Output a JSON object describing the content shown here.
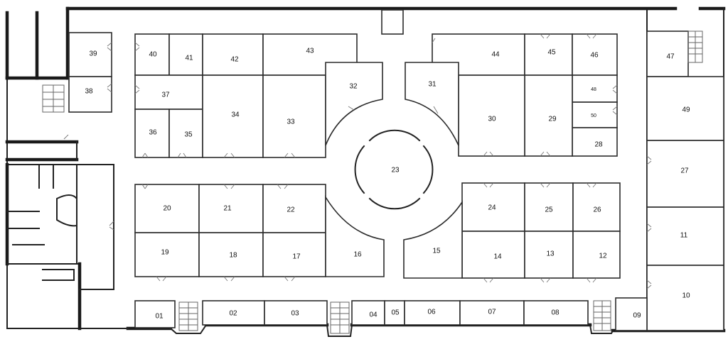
{
  "floorplan": {
    "units": [
      {
        "id": "01",
        "label": "01"
      },
      {
        "id": "02",
        "label": "02"
      },
      {
        "id": "03",
        "label": "03"
      },
      {
        "id": "04",
        "label": "04"
      },
      {
        "id": "05",
        "label": "05"
      },
      {
        "id": "06",
        "label": "06"
      },
      {
        "id": "07",
        "label": "07"
      },
      {
        "id": "08",
        "label": "08"
      },
      {
        "id": "09",
        "label": "09"
      },
      {
        "id": "10",
        "label": "10"
      },
      {
        "id": "11",
        "label": "11"
      },
      {
        "id": "12",
        "label": "12"
      },
      {
        "id": "13",
        "label": "13"
      },
      {
        "id": "14",
        "label": "14"
      },
      {
        "id": "15",
        "label": "15"
      },
      {
        "id": "16",
        "label": "16"
      },
      {
        "id": "17",
        "label": "17"
      },
      {
        "id": "18",
        "label": "18"
      },
      {
        "id": "19",
        "label": "19"
      },
      {
        "id": "20",
        "label": "20"
      },
      {
        "id": "21",
        "label": "21"
      },
      {
        "id": "22",
        "label": "22"
      },
      {
        "id": "23",
        "label": "23"
      },
      {
        "id": "24",
        "label": "24"
      },
      {
        "id": "25",
        "label": "25"
      },
      {
        "id": "26",
        "label": "26"
      },
      {
        "id": "27",
        "label": "27"
      },
      {
        "id": "28",
        "label": "28"
      },
      {
        "id": "29",
        "label": "29"
      },
      {
        "id": "30",
        "label": "30"
      },
      {
        "id": "31",
        "label": "31"
      },
      {
        "id": "32",
        "label": "32"
      },
      {
        "id": "33",
        "label": "33"
      },
      {
        "id": "34",
        "label": "34"
      },
      {
        "id": "35",
        "label": "35"
      },
      {
        "id": "36",
        "label": "36"
      },
      {
        "id": "37",
        "label": "37"
      },
      {
        "id": "38",
        "label": "38"
      },
      {
        "id": "39",
        "label": "39"
      },
      {
        "id": "40",
        "label": "40"
      },
      {
        "id": "41",
        "label": "41"
      },
      {
        "id": "42",
        "label": "42"
      },
      {
        "id": "43",
        "label": "43"
      },
      {
        "id": "44",
        "label": "44"
      },
      {
        "id": "45",
        "label": "45"
      },
      {
        "id": "46",
        "label": "46"
      },
      {
        "id": "47",
        "label": "47"
      },
      {
        "id": "48",
        "label": "48"
      },
      {
        "id": "49",
        "label": "49"
      },
      {
        "id": "50",
        "label": "50"
      }
    ]
  }
}
